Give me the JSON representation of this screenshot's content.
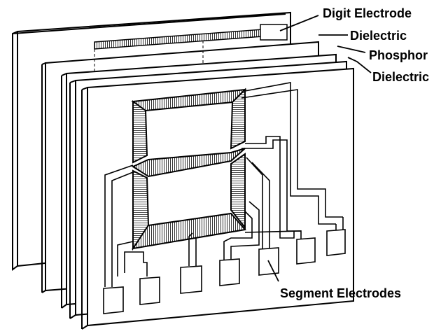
{
  "labels": {
    "digit_electrode": "Digit Electrode",
    "dielectric_top": "Dielectric",
    "phosphor": "Phosphor",
    "dielectric_bottom": "Dielectric",
    "segment_electrodes": "Segment Electrodes"
  },
  "colors": {
    "line": "#000000",
    "background": "#ffffff"
  }
}
